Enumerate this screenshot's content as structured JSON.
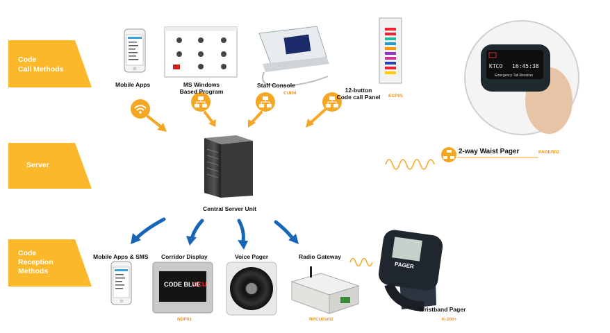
{
  "sections": {
    "methods_line1": "Code",
    "methods_line2": "Call Methods",
    "server": "Server",
    "reception_line1": "Code",
    "reception_line2": "Reception",
    "reception_line3": "Methods"
  },
  "methods": {
    "mobile_apps": "Mobile Apps",
    "ms_windows_line1": "MS Windows",
    "ms_windows_line2": "Based Program",
    "staff_console": "Staff Console",
    "staff_console_code": "CUI04",
    "panel_line1": "12-button",
    "panel_line2": "Code call Panel",
    "panel_code": "ECP05"
  },
  "server": {
    "label": "Central Server Unit"
  },
  "pager": {
    "label": "2-way Waist Pager",
    "code": "PAGER02",
    "screen_text_left": "KTCO",
    "screen_text_time": "16:45:38",
    "screen_caption": "Emergency Tail Receiver"
  },
  "reception": {
    "mobile_sms": "Mobile Apps & SMS",
    "corridor_display": "Corridor Display",
    "corridor_code": "NDP01",
    "corridor_screen_text_a": "CODE BLUE",
    "corridor_screen_text_b": "CCU",
    "voice_pager": "Voice Pager",
    "radio_gateway": "Radio Gateway",
    "radio_code": "RPCU01/02",
    "wristband": "Wristband Pager",
    "wristband_code": "K-200+",
    "wristband_brand": "PAGER"
  },
  "colors": {
    "tab": "#fbb82a",
    "orange_arrow": "#f5a623",
    "blue_arrow": "#1866b8",
    "code_text": "#f0901c"
  }
}
